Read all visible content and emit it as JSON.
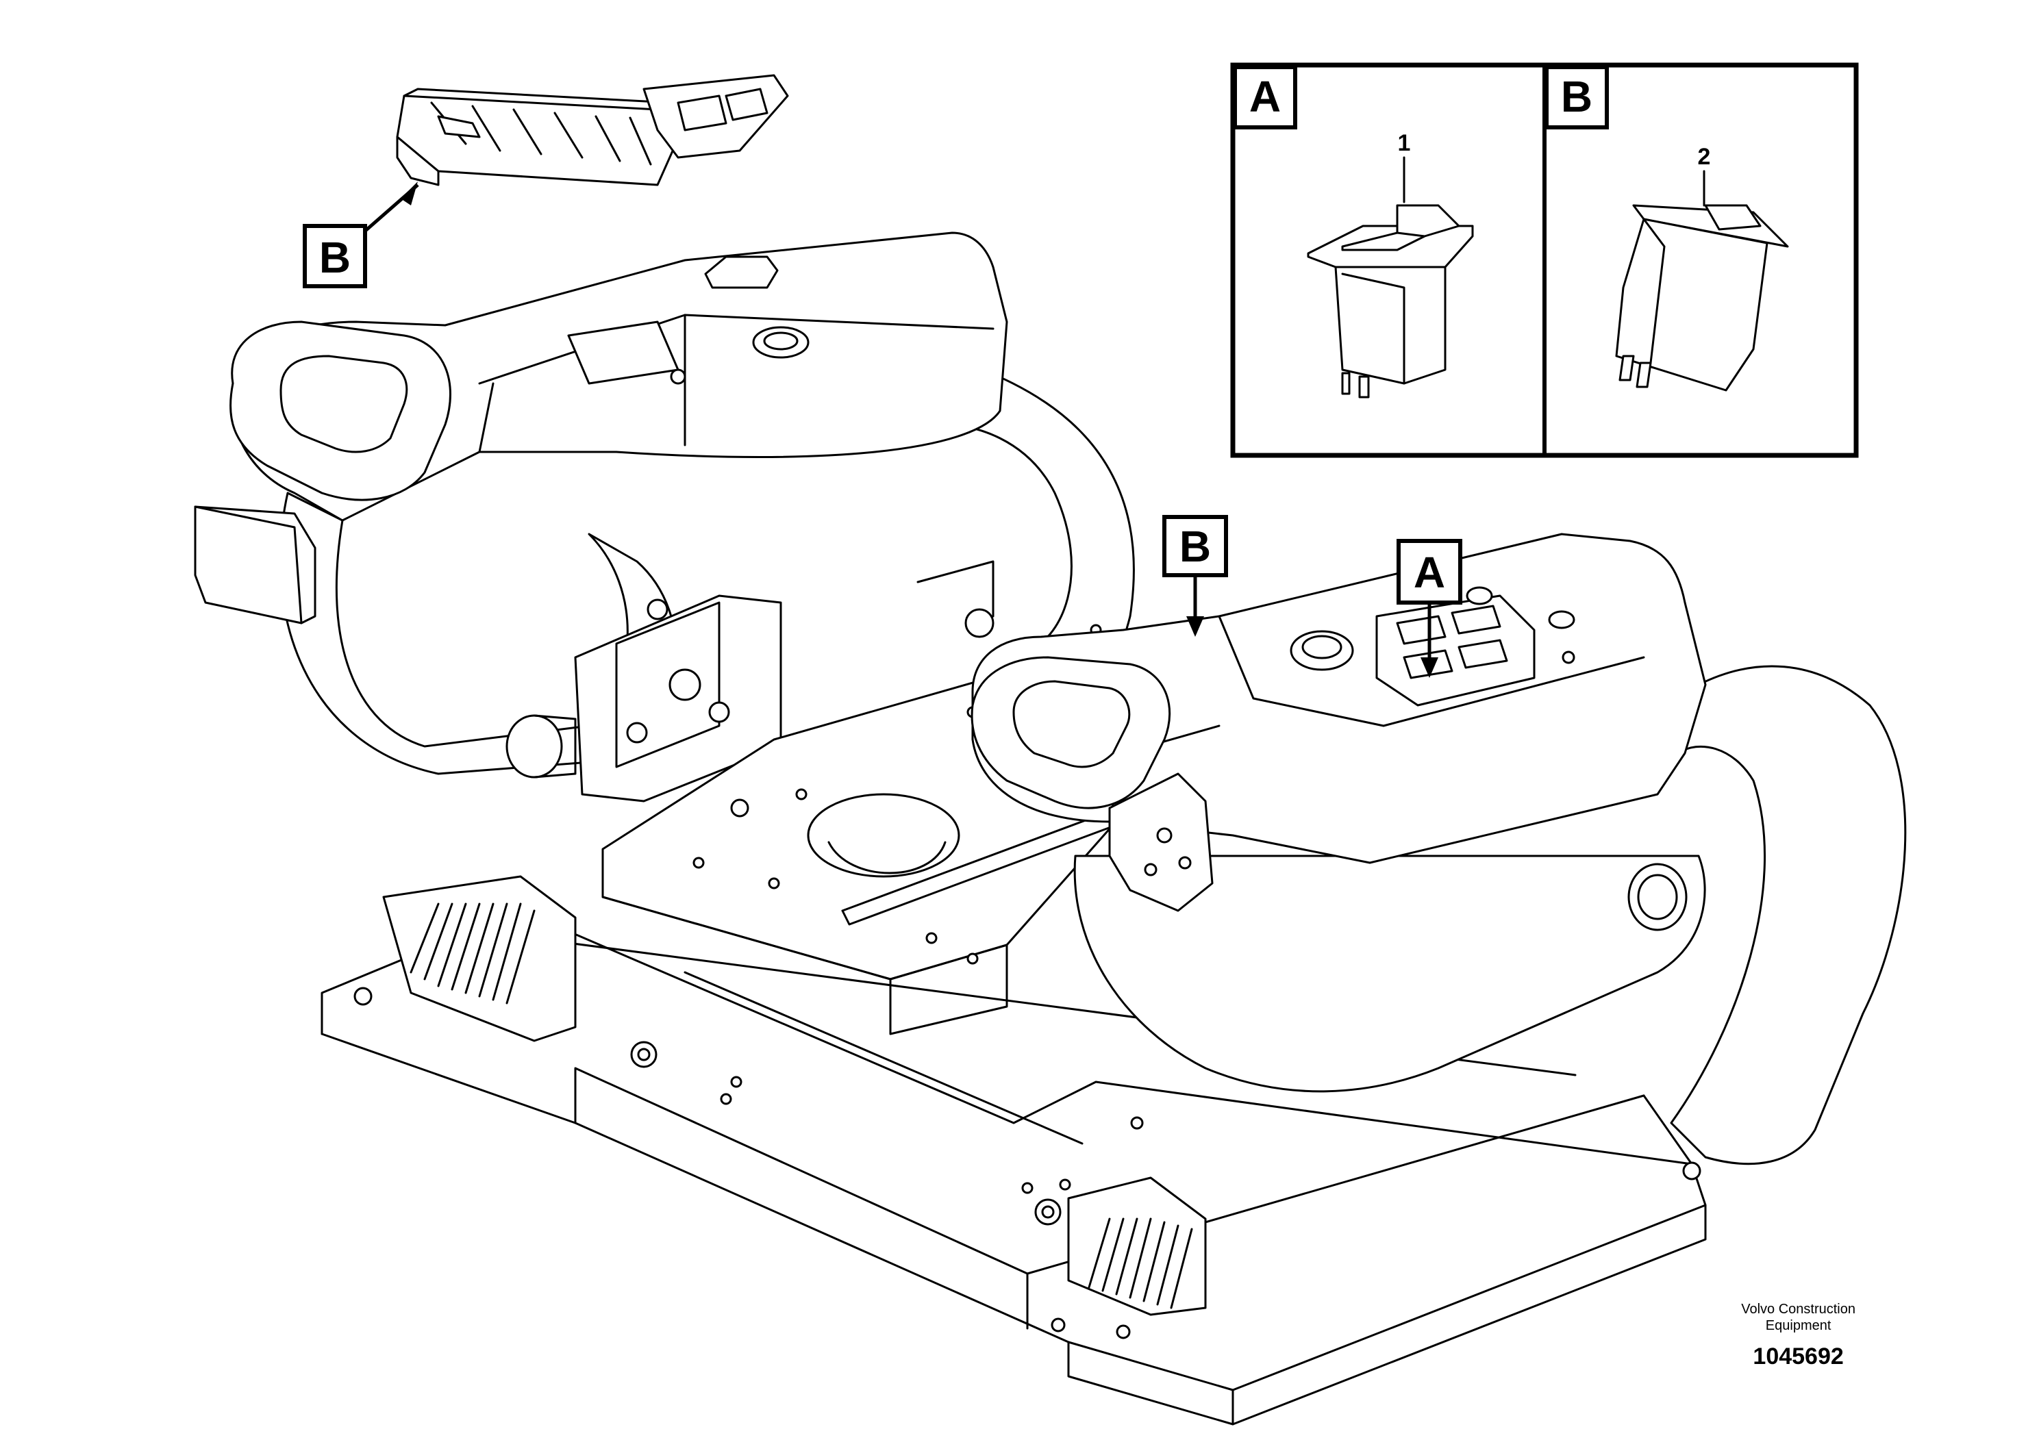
{
  "callouts": {
    "detail_a_label": "A",
    "detail_b_label": "B",
    "left_b_label": "B",
    "mid_b_label": "B",
    "mid_a_label": "A"
  },
  "items": {
    "item_1": "1",
    "item_2": "2"
  },
  "footer": {
    "brand_line1": "Volvo Construction",
    "brand_line2": "Equipment",
    "drawing_number": "1045692"
  }
}
